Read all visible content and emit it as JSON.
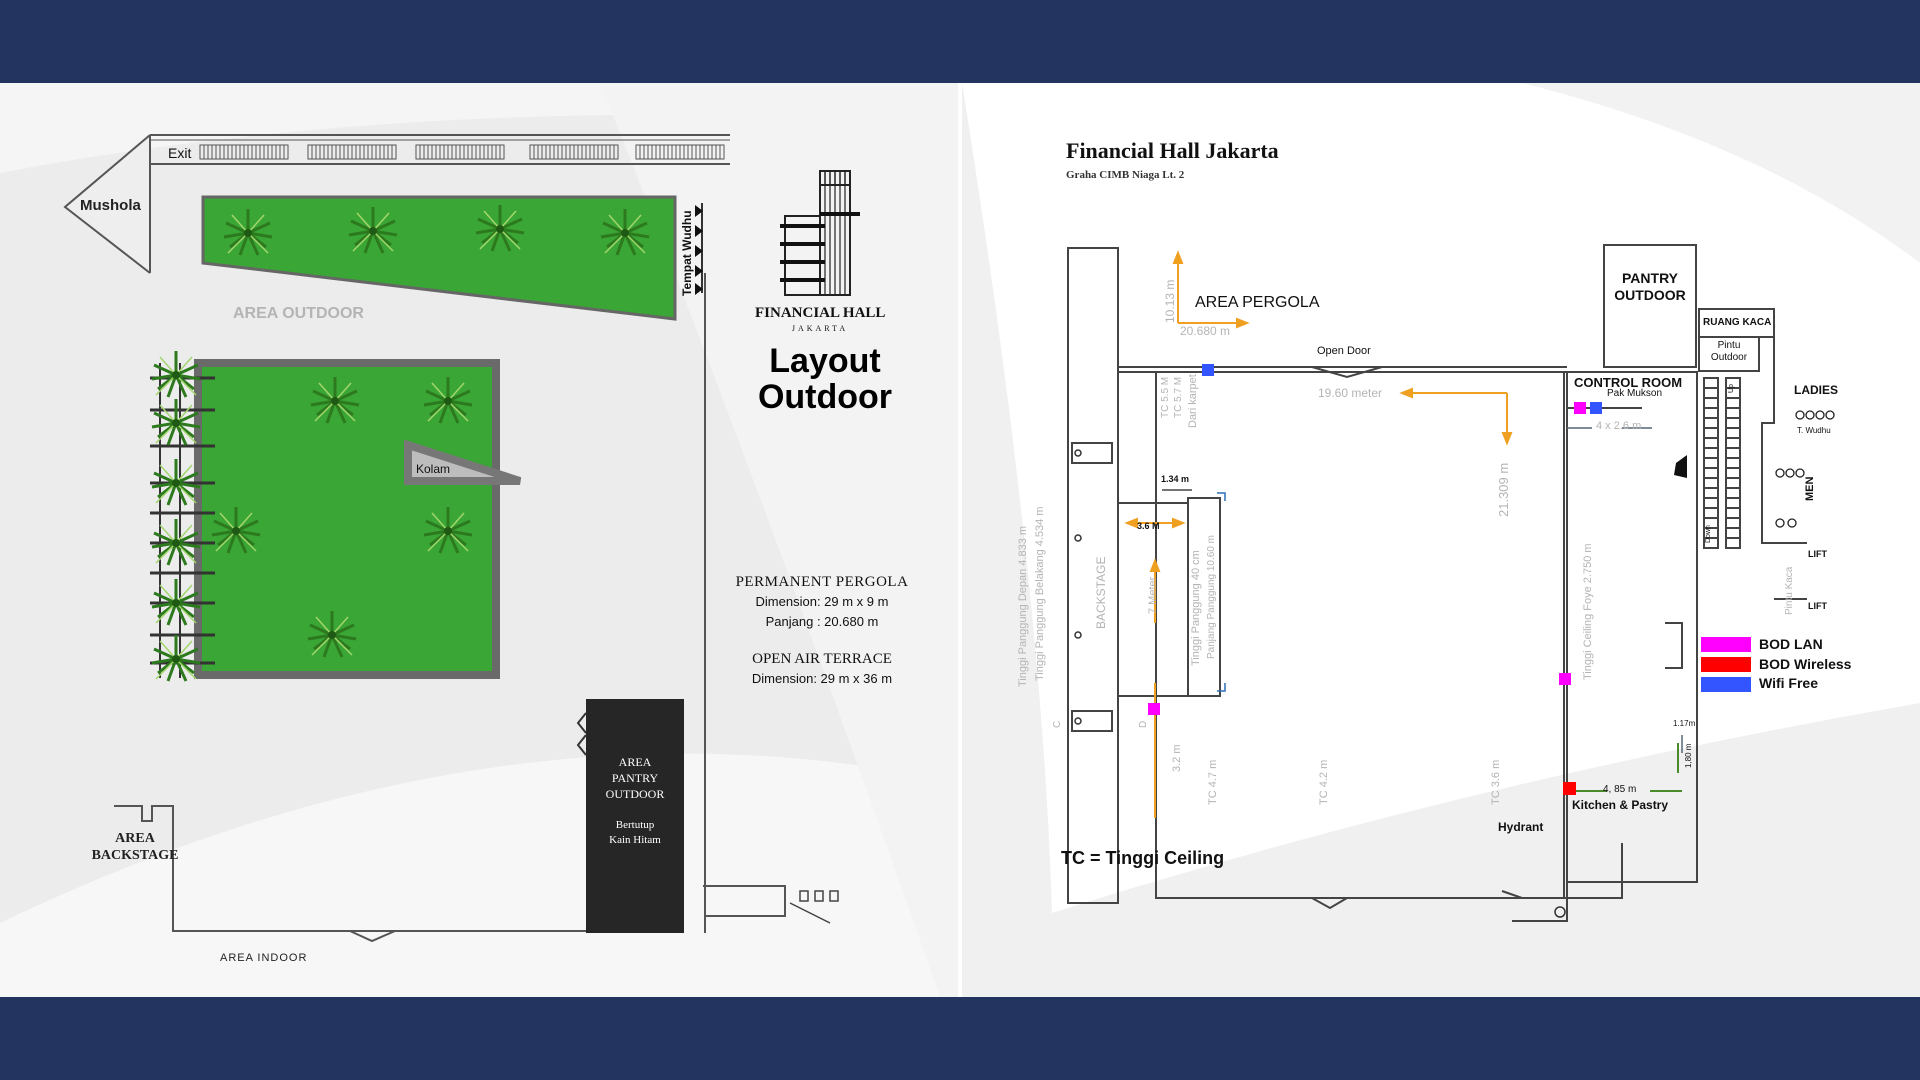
{
  "left_layout": {
    "brand_line1": "FINANCIAL HALL",
    "brand_line2": "JAKARTA",
    "title_line1": "Layout",
    "title_line2": "Outdoor",
    "labels": {
      "exit": "Exit",
      "mushola": "Mushola",
      "tempat_wudhu": "Tempat Wudhu",
      "area_outdoor": "AREA OUTDOOR",
      "kolam": "Kolam",
      "area_backstage": "AREA\nBACKSTAGE",
      "area_indoor": "AREA INDOOR",
      "pantry_name": "AREA\nPANTRY\nOUTDOOR",
      "pantry_note": "Bertutup\nKain Hitam"
    },
    "pergola": {
      "title": "PERMANENT PERGOLA",
      "dimension": "Dimension: 29 m x 9 m",
      "panjang": "Panjang : 20.680 m"
    },
    "terrace": {
      "title": "OPEN AIR TERRACE",
      "dimension": "Dimension: 29 m x 36 m"
    }
  },
  "right_layout": {
    "title": "Financial Hall Jakarta",
    "subtitle": "Graha CIMB Niaga Lt. 2",
    "footnote": "TC = Tinggi Ceiling",
    "labels": {
      "area_pergola": "AREA PERGOLA",
      "pergola_height": "10.13 m",
      "pergola_width": "20.680 m",
      "open_door": "Open Door",
      "pantry_outdoor": "PANTRY\nOUTDOOR",
      "ruang_kaca": "RUANG KACA",
      "pintu_outdoor": "Pintu\nOutdoor",
      "control_room": "CONTROL ROOM",
      "pak_mukson": "Pak Mukson",
      "ladies": "LADIES",
      "t_wudhu": "T. Wudhu",
      "men": "MEN",
      "lift": "LIFT",
      "pintu_kaca": "Pintu Kaca",
      "up": "Up",
      "down": "Down",
      "backstage": "BACKSTAGE",
      "hall_width": "19.60 meter",
      "hall_length": "21.309 m",
      "four_by": "4 x 2.6 m",
      "tc55": "TC 5.5 M",
      "tc57": "TC 5.7 M",
      "dari_karpet": "Dari karpet",
      "d134": "1.34 m",
      "d36": "3.6 M",
      "seven_meter": "7 Meter",
      "tinggi_panggung": "Tinggi Panggung 40 cm",
      "panjang_panggung": "Panjang Panggung 10.60 m",
      "tinggi_ceiling_foye": "Tinggi Ceiling Foye 2.750 m",
      "tinggi_depan": "Tinggi Panggung Depan 4.833 m",
      "tinggi_belakang": "Tinggi Panggung Belakang 4.534 m",
      "d32": "3.2 m",
      "tc47": "TC 4.7 m",
      "tc42": "TC 4.2 m",
      "tc36": "TC 3.6 m",
      "d485": "4, 85 m",
      "d117": "1.17m",
      "d180": "1,80 m",
      "kitchen": "Kitchen & Pastry",
      "hydrant": "Hydrant",
      "c_mark": "C",
      "d_mark": "D"
    },
    "legend": [
      {
        "label": "BOD LAN",
        "color": "#ff00ff"
      },
      {
        "label": "BOD Wireless",
        "color": "#ff0000"
      },
      {
        "label": "Wifi Free",
        "color": "#3355ff"
      }
    ]
  }
}
